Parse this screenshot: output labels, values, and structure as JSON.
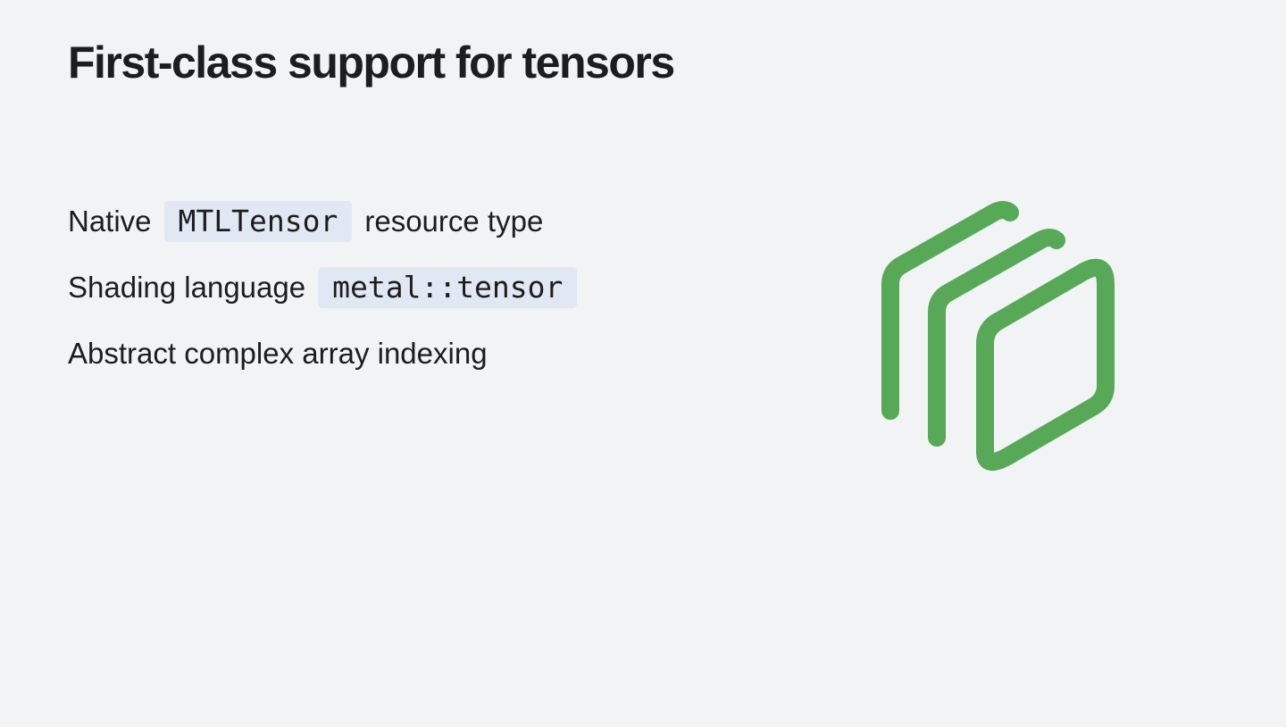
{
  "slide": {
    "title": "First-class support for tensors",
    "bullets": [
      {
        "before": "Native",
        "code": "MTLTensor",
        "after": "resource type"
      },
      {
        "before": "Shading language",
        "code": "metal::tensor",
        "after": ""
      },
      {
        "text": "Abstract complex array indexing"
      }
    ]
  },
  "logo": {
    "icon": "tensor-stacked-panels-icon",
    "color": "#57a957"
  },
  "colors": {
    "background": "#f1f3f5",
    "text": "#1d1d1f",
    "code_background": "#e1e8f3"
  }
}
